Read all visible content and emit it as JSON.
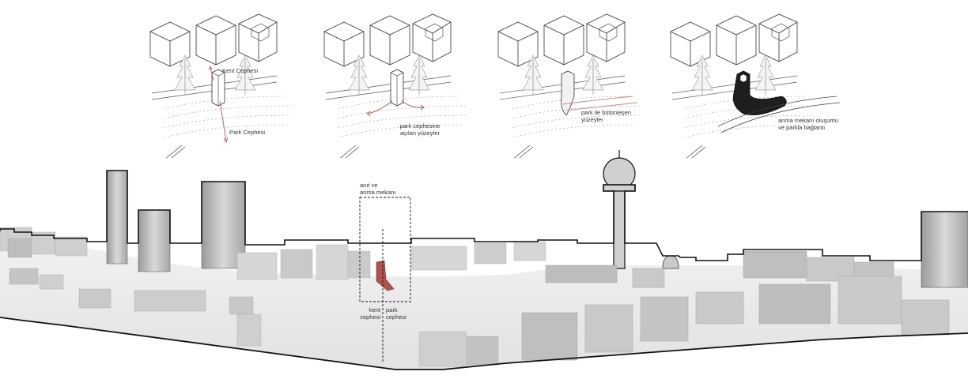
{
  "diagram": {
    "panels": [
      {
        "id": "panel-1",
        "labels": [
          "Kent Cephesi",
          "Park Cephesi"
        ]
      },
      {
        "id": "panel-2",
        "labels": [
          "park cephesine",
          "açılan yüzeyler"
        ]
      },
      {
        "id": "panel-3",
        "labels": [
          "park ile bütünleşen",
          "yüzeyler"
        ]
      },
      {
        "id": "panel-4",
        "labels": [
          "anma mekanı oluşumu",
          "ve parkla bağlantı"
        ]
      }
    ],
    "section": {
      "monument_label": [
        "anıt ve",
        "anma mekanı"
      ],
      "facade_left": [
        "kent",
        "cephesi"
      ],
      "facade_right": [
        "park",
        "cephesi"
      ]
    },
    "colors": {
      "line": "#2a2a2a",
      "accent": "#b0524f",
      "building_light": "#d9d9d9",
      "building_mid": "#bdbdbd",
      "building_dark": "#8f8f8f",
      "ground": "#ececec"
    }
  }
}
